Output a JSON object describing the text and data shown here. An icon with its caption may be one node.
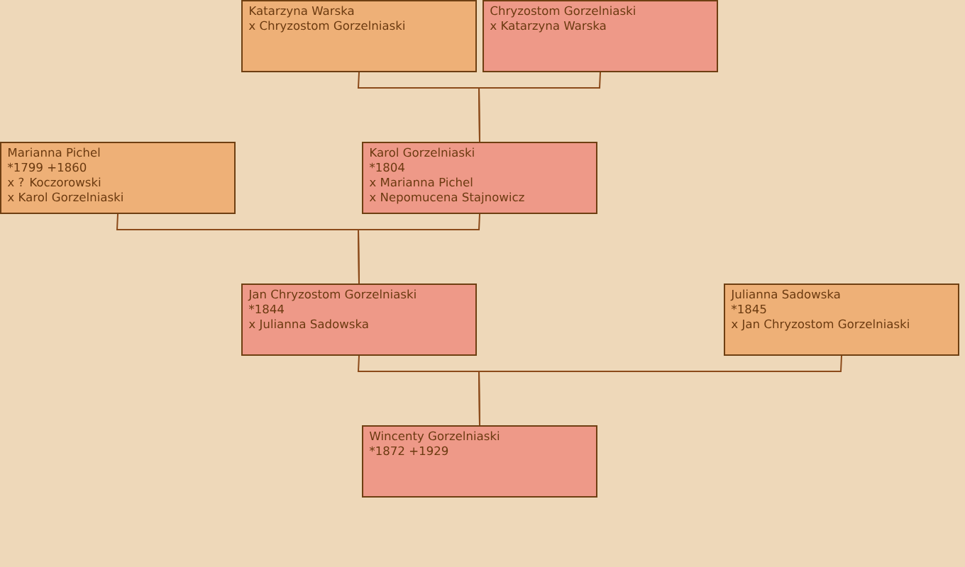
{
  "diagram": {
    "nodes": [
      {
        "text": [
          "Katarzyna Warska",
          "x Chryzostom Gorzelniaski"
        ]
      },
      {
        "text": [
          "Chryzostom Gorzelniaski",
          "x Katarzyna Warska"
        ]
      },
      {
        "text": [
          "Marianna Pichel",
          "*1799 +1860",
          "x ? Koczorowski",
          "x Karol Gorzelniaski"
        ]
      },
      {
        "text": [
          "Karol Gorzelniaski",
          "*1804",
          "x Marianna Pichel",
          "x Nepomucena Stajnowicz"
        ]
      },
      {
        "text": [
          "Jan Chryzostom Gorzelniaski",
          "*1844",
          "x Julianna Sadowska"
        ]
      },
      {
        "text": [
          "Julianna Sadowska",
          "*1845",
          "x Jan Chryzostom Gorzelniaski"
        ]
      },
      {
        "text": [
          "Wincenty Gorzelniaski",
          "*1872 +1929"
        ]
      }
    ],
    "edges": [
      {
        "from": 0,
        "to": 3,
        "arrow": "none"
      },
      {
        "from": 1,
        "to": 3,
        "arrow": "none"
      },
      {
        "from": 2,
        "to": 4,
        "arrow": "none"
      },
      {
        "from": 3,
        "to": 4,
        "arrow": "none"
      },
      {
        "from": 4,
        "to": 6,
        "arrow": "none"
      },
      {
        "from": 5,
        "to": 6,
        "arrow": "none"
      }
    ]
  }
}
